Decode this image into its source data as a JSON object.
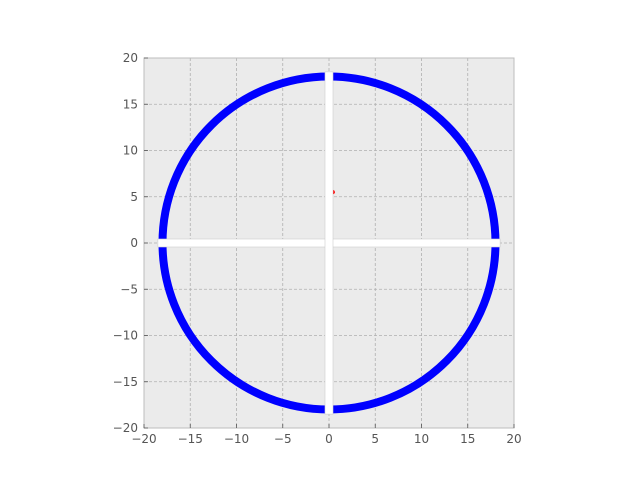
{
  "chart_data": {
    "type": "line",
    "title": "",
    "xlabel": "",
    "ylabel": "",
    "xlim": [
      -20,
      20
    ],
    "ylim": [
      -20,
      20
    ],
    "grid": true,
    "x_ticks": [
      -20,
      -15,
      -10,
      -5,
      0,
      5,
      10,
      15,
      20
    ],
    "y_ticks": [
      -20,
      -15,
      -10,
      -5,
      0,
      5,
      10,
      15,
      20
    ],
    "x_tick_labels": [
      "−20",
      "−15",
      "−10",
      "−5",
      "0",
      "5",
      "10",
      "15",
      "20"
    ],
    "y_tick_labels": [
      "−20",
      "−15",
      "−10",
      "−5",
      "0",
      "5",
      "10",
      "15",
      "20"
    ],
    "series": [
      {
        "kind": "circle",
        "center": [
          0,
          0
        ],
        "radius": 18,
        "color": "#0000ff"
      },
      {
        "kind": "point",
        "x": 0.4,
        "y": 5.5,
        "color": "#ff0000"
      }
    ],
    "crosshair": {
      "horizontal": {
        "y": 0,
        "x_range": [
          -18.5,
          18.5
        ]
      },
      "vertical": {
        "x": 0,
        "y_range": [
          -18.5,
          18.5
        ]
      },
      "color": "#ffffff"
    },
    "colors": {
      "background": "#ebebeb",
      "grid": "#b0b0b0",
      "border": "#bcbcbc"
    }
  }
}
